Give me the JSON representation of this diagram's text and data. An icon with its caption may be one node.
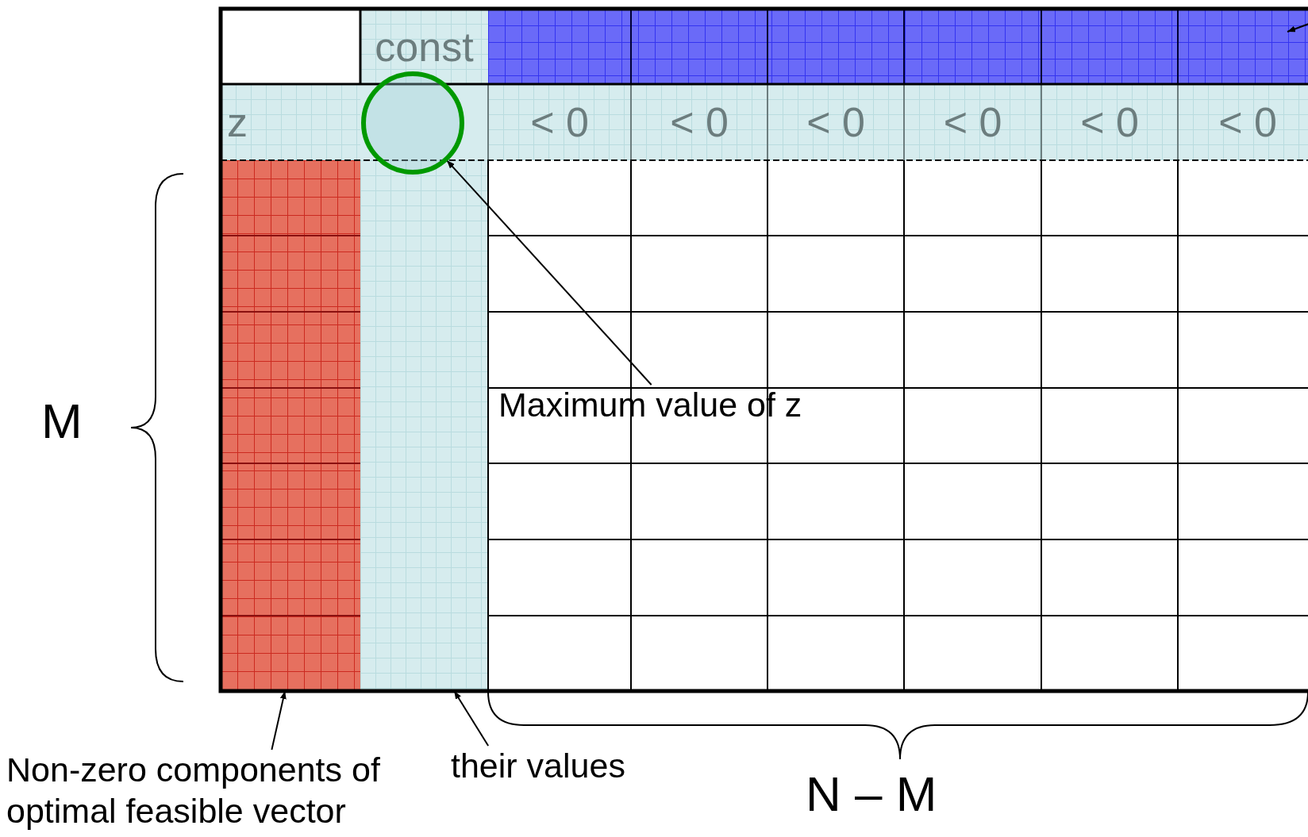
{
  "diagram": {
    "nodes": [
      {
        "text": [
          "const"
        ]
      },
      {
        "text": [
          "z"
        ]
      },
      {
        "text": [
          "< 0"
        ]
      },
      {
        "text": [
          "< 0"
        ]
      },
      {
        "text": [
          "< 0"
        ]
      },
      {
        "text": [
          "< 0"
        ]
      },
      {
        "text": [
          "< 0"
        ]
      },
      {
        "text": [
          "< 0"
        ]
      },
      {
        "text": [],
        "shape": "box"
      },
      {
        "text": [],
        "shape": "circle"
      },
      {
        "text": [
          "Maximum value of z"
        ]
      },
      {
        "text": [],
        "shape": "box"
      },
      {
        "text": [],
        "shape": "box"
      },
      {
        "text": [
          "Non-zero components of optimal feasible vector"
        ]
      },
      {
        "text": [
          "their values"
        ]
      }
    ],
    "edges": [
      {
        "from": null,
        "to": 8,
        "arrow": "to"
      },
      {
        "from": 10,
        "to": 9,
        "arrow": "to"
      },
      {
        "from": 13,
        "to": 11,
        "arrow": "to"
      },
      {
        "from": 14,
        "to": 12,
        "arrow": "to"
      }
    ],
    "labels": [
      "M",
      "N – M"
    ]
  }
}
